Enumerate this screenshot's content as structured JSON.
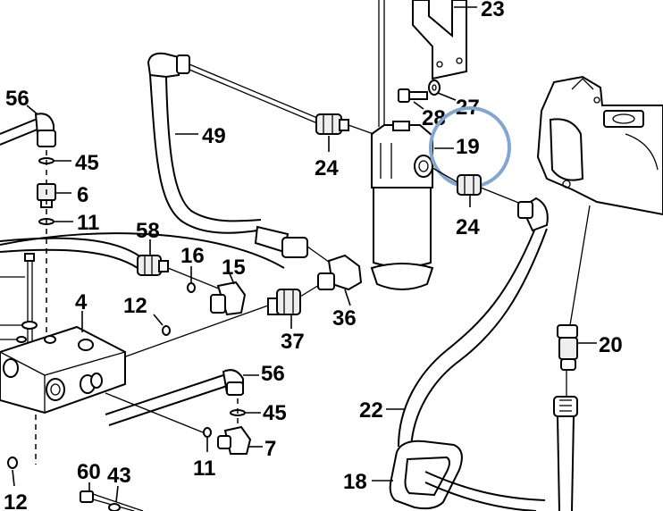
{
  "labels": {
    "l4": "4",
    "l6": "6",
    "l7": "7",
    "l11a": "11",
    "l11b": "11",
    "l12a": "12",
    "l12b": "12",
    "l15": "15",
    "l16": "16",
    "l18": "18",
    "l19": "19",
    "l20": "20",
    "l22": "22",
    "l23": "23",
    "l24a": "24",
    "l24b": "24",
    "l27": "27",
    "l28": "28",
    "l36": "36",
    "l37": "37",
    "l43": "43",
    "l45a": "45",
    "l45b": "45",
    "l49": "49",
    "l56a": "56",
    "l56b": "56",
    "l58": "58",
    "l60": "60"
  },
  "colors": {
    "highlight_circle": "#7fa7cf",
    "line": "#000000",
    "part_fill": "#ffffff",
    "part_shade": "#eeeeee"
  }
}
